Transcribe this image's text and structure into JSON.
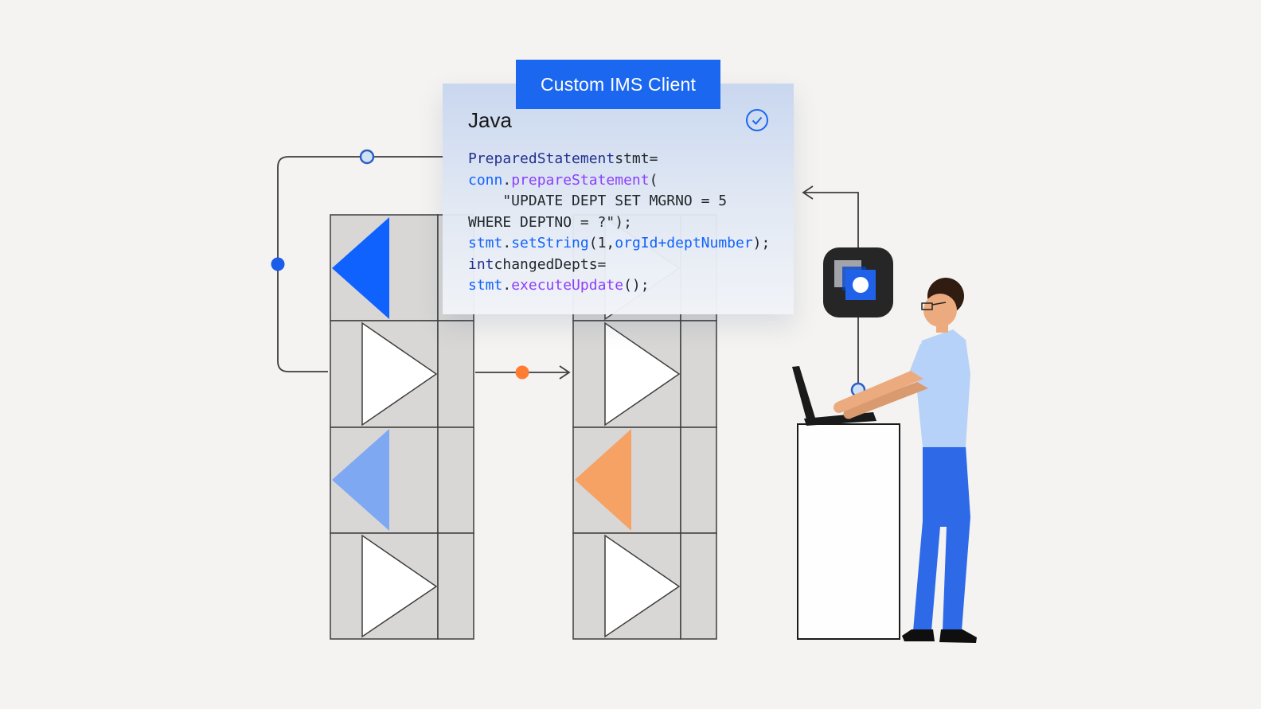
{
  "scene": {
    "background_color": "#f4f3f1"
  },
  "ims_client_card": {
    "tab_label": "Custom IMS Client",
    "language_label": "Java",
    "tab_color": "#1b67f0",
    "panel_gradient_top": "#c6d5ef",
    "panel_gradient_bottom": "#f1f3f8",
    "status_icon": "check-circle",
    "status_icon_color": "#1b67f0"
  },
  "code": {
    "token_colors": {
      "dark": "#21272a",
      "navy": "#23308f",
      "blue": "#0f62fe",
      "purple": "#8a3ffc"
    },
    "lines": [
      {
        "tokens": [
          {
            "t": "PreparedStatement",
            "c": "navy"
          },
          {
            "t": "stmt=",
            "c": "dark"
          }
        ]
      },
      {
        "tokens": [
          {
            "t": "conn",
            "c": "blue"
          },
          {
            "t": ".",
            "c": "dark"
          },
          {
            "t": "prepareStatement",
            "c": "purple"
          },
          {
            "t": "(",
            "c": "dark"
          }
        ]
      },
      {
        "tokens": [
          {
            "t": "    \"UPDATE DEPT SET MGRNO = 5",
            "c": "dark"
          }
        ]
      },
      {
        "tokens": [
          {
            "t": "WHERE DEPTNO = ?\");",
            "c": "dark"
          }
        ]
      },
      {
        "tokens": [
          {
            "t": "stmt",
            "c": "blue"
          },
          {
            "t": ".",
            "c": "dark"
          },
          {
            "t": "setString",
            "c": "blue"
          },
          {
            "t": "(",
            "c": "dark"
          },
          {
            "t": "1,",
            "c": "dark"
          },
          {
            "t": "orgId+deptNumber",
            "c": "blue"
          },
          {
            "t": ");",
            "c": "dark"
          }
        ]
      },
      {
        "tokens": [
          {
            "t": "int",
            "c": "navy"
          },
          {
            "t": "changedDepts=",
            "c": "dark"
          }
        ]
      },
      {
        "tokens": [
          {
            "t": "stmt",
            "c": "blue"
          },
          {
            "t": ".",
            "c": "dark"
          },
          {
            "t": "executeUpdate",
            "c": "purple"
          },
          {
            "t": "();",
            "c": "dark"
          }
        ]
      }
    ]
  },
  "diagram": {
    "line_color": "#3d3d3d",
    "cell_color": "#d8d7d5",
    "left_table": {
      "rows": [
        {
          "direction": "left",
          "color": "#0f62fe"
        },
        {
          "direction": "right",
          "color": "#ffffff"
        },
        {
          "direction": "left",
          "color": "#7fa8f3"
        },
        {
          "direction": "right",
          "color": "#ffffff"
        }
      ]
    },
    "right_table": {
      "rows": [
        {
          "direction": "right",
          "color": "#ffffff"
        },
        {
          "direction": "right",
          "color": "#ffffff"
        },
        {
          "direction": "left",
          "color": "#f5a264"
        },
        {
          "direction": "right",
          "color": "#ffffff"
        }
      ]
    },
    "nodes": {
      "open_circle_fill": "#cfe1f6",
      "open_circle_stroke": "#2f5fc4",
      "blue_dot_color": "#1b5ce8",
      "orange_dot_color": "#ff7c33"
    }
  },
  "app_icon": {
    "background": "#262626",
    "square_gray": "#b0b3b8",
    "square_blue": "#1f62e9",
    "dot_color": "#ffffff"
  },
  "workstation": {
    "desk_color": "#fefefe",
    "laptop_color": "#1a1a1a"
  },
  "person": {
    "shirt_color": "#b7d2f8",
    "pants_color": "#2e6ae8",
    "skin_color": "#ecab7e",
    "skin_shadow_color": "#d89a6e",
    "hair_color": "#301c10",
    "shoe_color": "#0f0f0f"
  }
}
